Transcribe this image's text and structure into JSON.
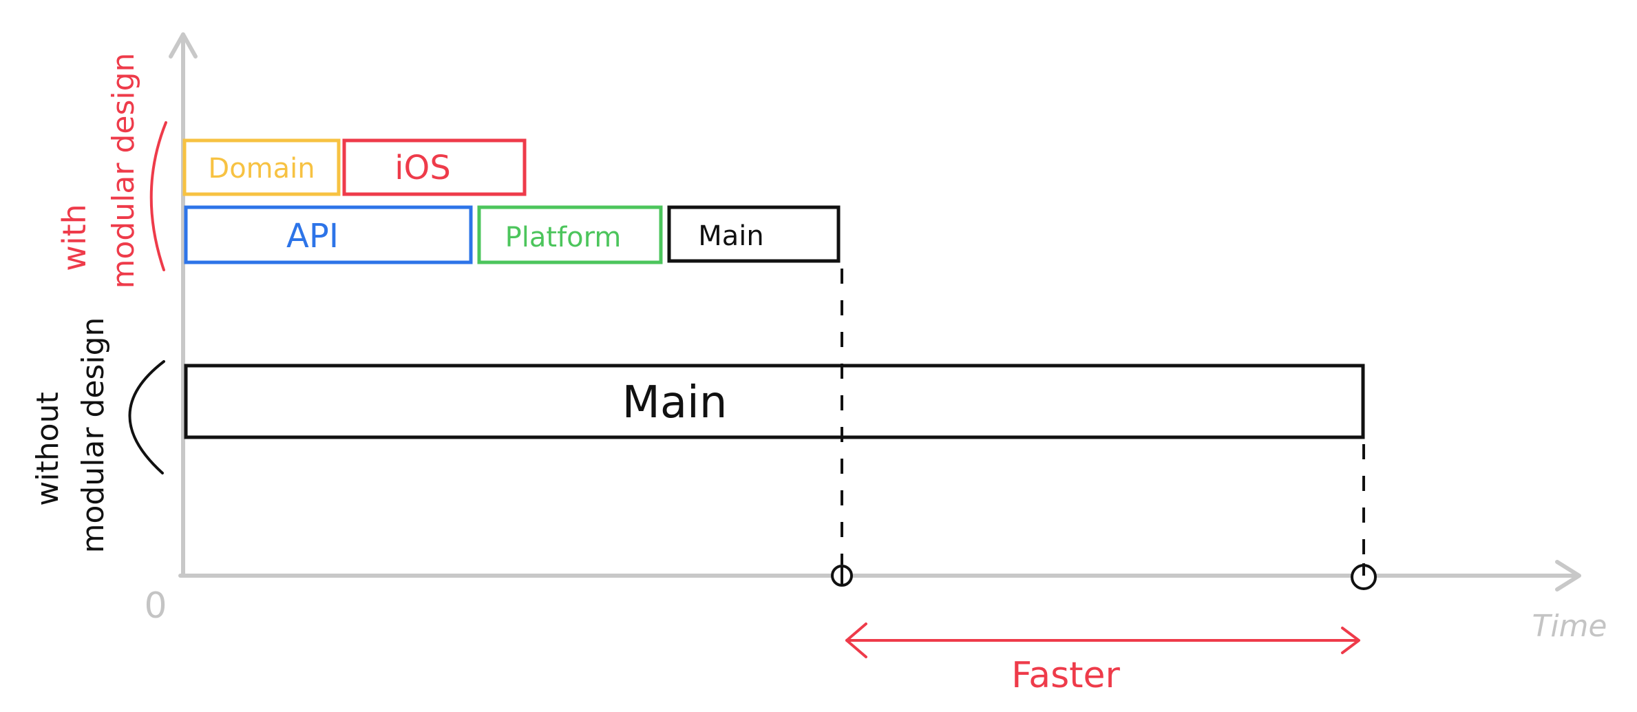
{
  "axis": {
    "origin_label": "0",
    "x_label": "Time"
  },
  "groups": {
    "with_label_line1": "with",
    "with_label_line2": "modular design",
    "without_label_line1": "without",
    "without_label_line2": "modular design"
  },
  "bars": {
    "domain": "Domain",
    "ios": "iOS",
    "api": "API",
    "platform": "Platform",
    "main_small": "Main",
    "main_large": "Main"
  },
  "comparison": {
    "label": "Faster"
  },
  "colors": {
    "axis": "#c8c8c8",
    "black": "#111111",
    "red": "#ee3b4a",
    "yellow": "#f7c242",
    "blue": "#2d74e8",
    "green": "#4cc55c",
    "grey_text": "#c4c4c4"
  }
}
